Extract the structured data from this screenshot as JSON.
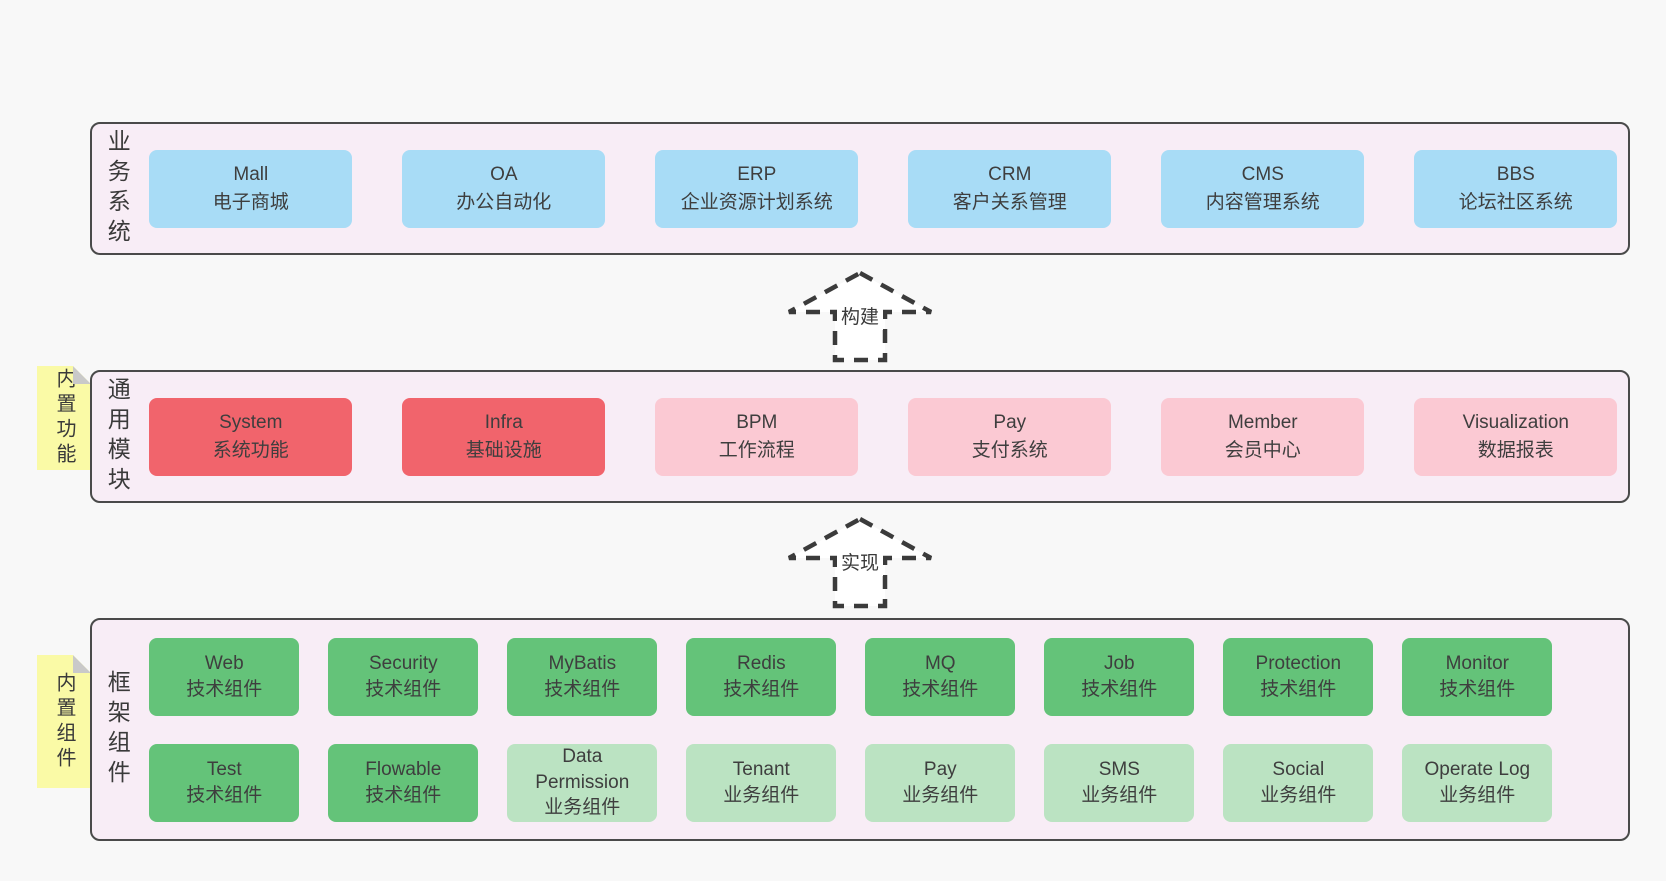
{
  "layers": {
    "business": {
      "label": "业务系统",
      "boxes": [
        {
          "name": "Mall",
          "desc": "电子商城"
        },
        {
          "name": "OA",
          "desc": "办公自动化"
        },
        {
          "name": "ERP",
          "desc": "企业资源计划系统"
        },
        {
          "name": "CRM",
          "desc": "客户关系管理"
        },
        {
          "name": "CMS",
          "desc": "内容管理系统"
        },
        {
          "name": "BBS",
          "desc": "论坛社区系统"
        }
      ]
    },
    "modules": {
      "label": "通用模块",
      "note": "内置功能",
      "boxes": [
        {
          "name": "System",
          "desc": "系统功能"
        },
        {
          "name": "Infra",
          "desc": "基础设施"
        },
        {
          "name": "BPM",
          "desc": "工作流程"
        },
        {
          "name": "Pay",
          "desc": "支付系统"
        },
        {
          "name": "Member",
          "desc": "会员中心"
        },
        {
          "name": "Visualization",
          "desc": "数据报表"
        }
      ]
    },
    "components": {
      "label": "框架组件",
      "note": "内置组件",
      "row1": [
        {
          "name": "Web",
          "desc": "技术组件"
        },
        {
          "name": "Security",
          "desc": "技术组件"
        },
        {
          "name": "MyBatis",
          "desc": "技术组件"
        },
        {
          "name": "Redis",
          "desc": "技术组件"
        },
        {
          "name": "MQ",
          "desc": "技术组件"
        },
        {
          "name": "Job",
          "desc": "技术组件"
        },
        {
          "name": "Protection",
          "desc": "技术组件"
        },
        {
          "name": "Monitor",
          "desc": "技术组件"
        }
      ],
      "row2": [
        {
          "name": "Test",
          "desc": "技术组件"
        },
        {
          "name": "Flowable",
          "desc": "技术组件"
        },
        {
          "name": "Data Permission",
          "desc": "业务组件"
        },
        {
          "name": "Tenant",
          "desc": "业务组件"
        },
        {
          "name": "Pay",
          "desc": "业务组件"
        },
        {
          "name": "SMS",
          "desc": "业务组件"
        },
        {
          "name": "Social",
          "desc": "业务组件"
        },
        {
          "name": "Operate Log",
          "desc": "业务组件"
        }
      ]
    }
  },
  "arrows": {
    "build": "构建",
    "implement": "实现"
  },
  "colors": {
    "business_box": "#a8dcf6",
    "module_core_box": "#f1646c",
    "module_box": "#fbc9d3",
    "tech_component_box": "#64c379",
    "biz_component_box": "#bbe3c2",
    "sticky_note": "#fafaa6",
    "panel_background": "#f8edf6",
    "panel_border": "#4a4a4a",
    "page_background": "#f8f8f8"
  }
}
